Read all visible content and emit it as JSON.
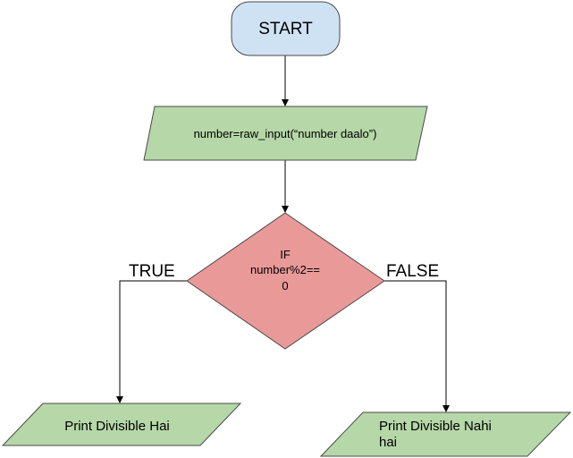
{
  "flowchart": {
    "start": {
      "label": "START"
    },
    "input": {
      "label": "number=raw_input(“number daalo”)"
    },
    "decision": {
      "lines": [
        "IF",
        "number%2==",
        "0"
      ]
    },
    "true_branch": {
      "label": "TRUE"
    },
    "false_branch": {
      "label": "FALSE"
    },
    "true_output": {
      "label": "Print Divisible Hai"
    },
    "false_output": {
      "lines": [
        "Print Divisible Nahi",
        "hai"
      ]
    }
  },
  "colors": {
    "start_fill": "#cfe2f3",
    "io_fill": "#b6d7a8",
    "decision_fill": "#ea9999",
    "stroke": "#4a4a4a"
  }
}
